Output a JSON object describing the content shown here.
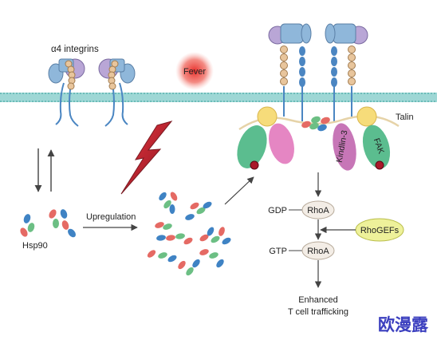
{
  "labels": {
    "integrins": "α4 integrins",
    "fever": "Fever",
    "talin": "Talin",
    "hsp90": "Hsp90",
    "upregulation": "Upregulation",
    "gdp": "GDP",
    "gtp": "GTP",
    "rhoa_gdp": "RhoA",
    "rhoa_gtp": "RhoA",
    "rhogefs": "RhoGEFs",
    "kindlin": "Kindlin-3",
    "fak": "FAK",
    "outcome_line1": "Enhanced",
    "outcome_line2": "T cell trafficking",
    "watermark": "欧漫露"
  },
  "colors": {
    "membrane": "#9ed7d5",
    "membrane_line": "#6cbcb8",
    "integrin_blue": "#8fb7da",
    "integrin_purple": "#b9a6d6",
    "bead_tan": "#e8c59c",
    "stalk_blue": "#4b86c2",
    "fever": "#e8302c",
    "talin_yellow": "#f6dc7a",
    "green_oval": "#5bbd8f",
    "pink_oval": "#e586c3",
    "kindlin_fill": "#c776b7",
    "rhoa_fill": "#f3ede6",
    "rhogefs_fill": "#eef19a",
    "watermark": "#3b3fbf",
    "hsp_red": "#e56a64",
    "hsp_blue": "#3f83c4",
    "hsp_green": "#6cbf84"
  }
}
